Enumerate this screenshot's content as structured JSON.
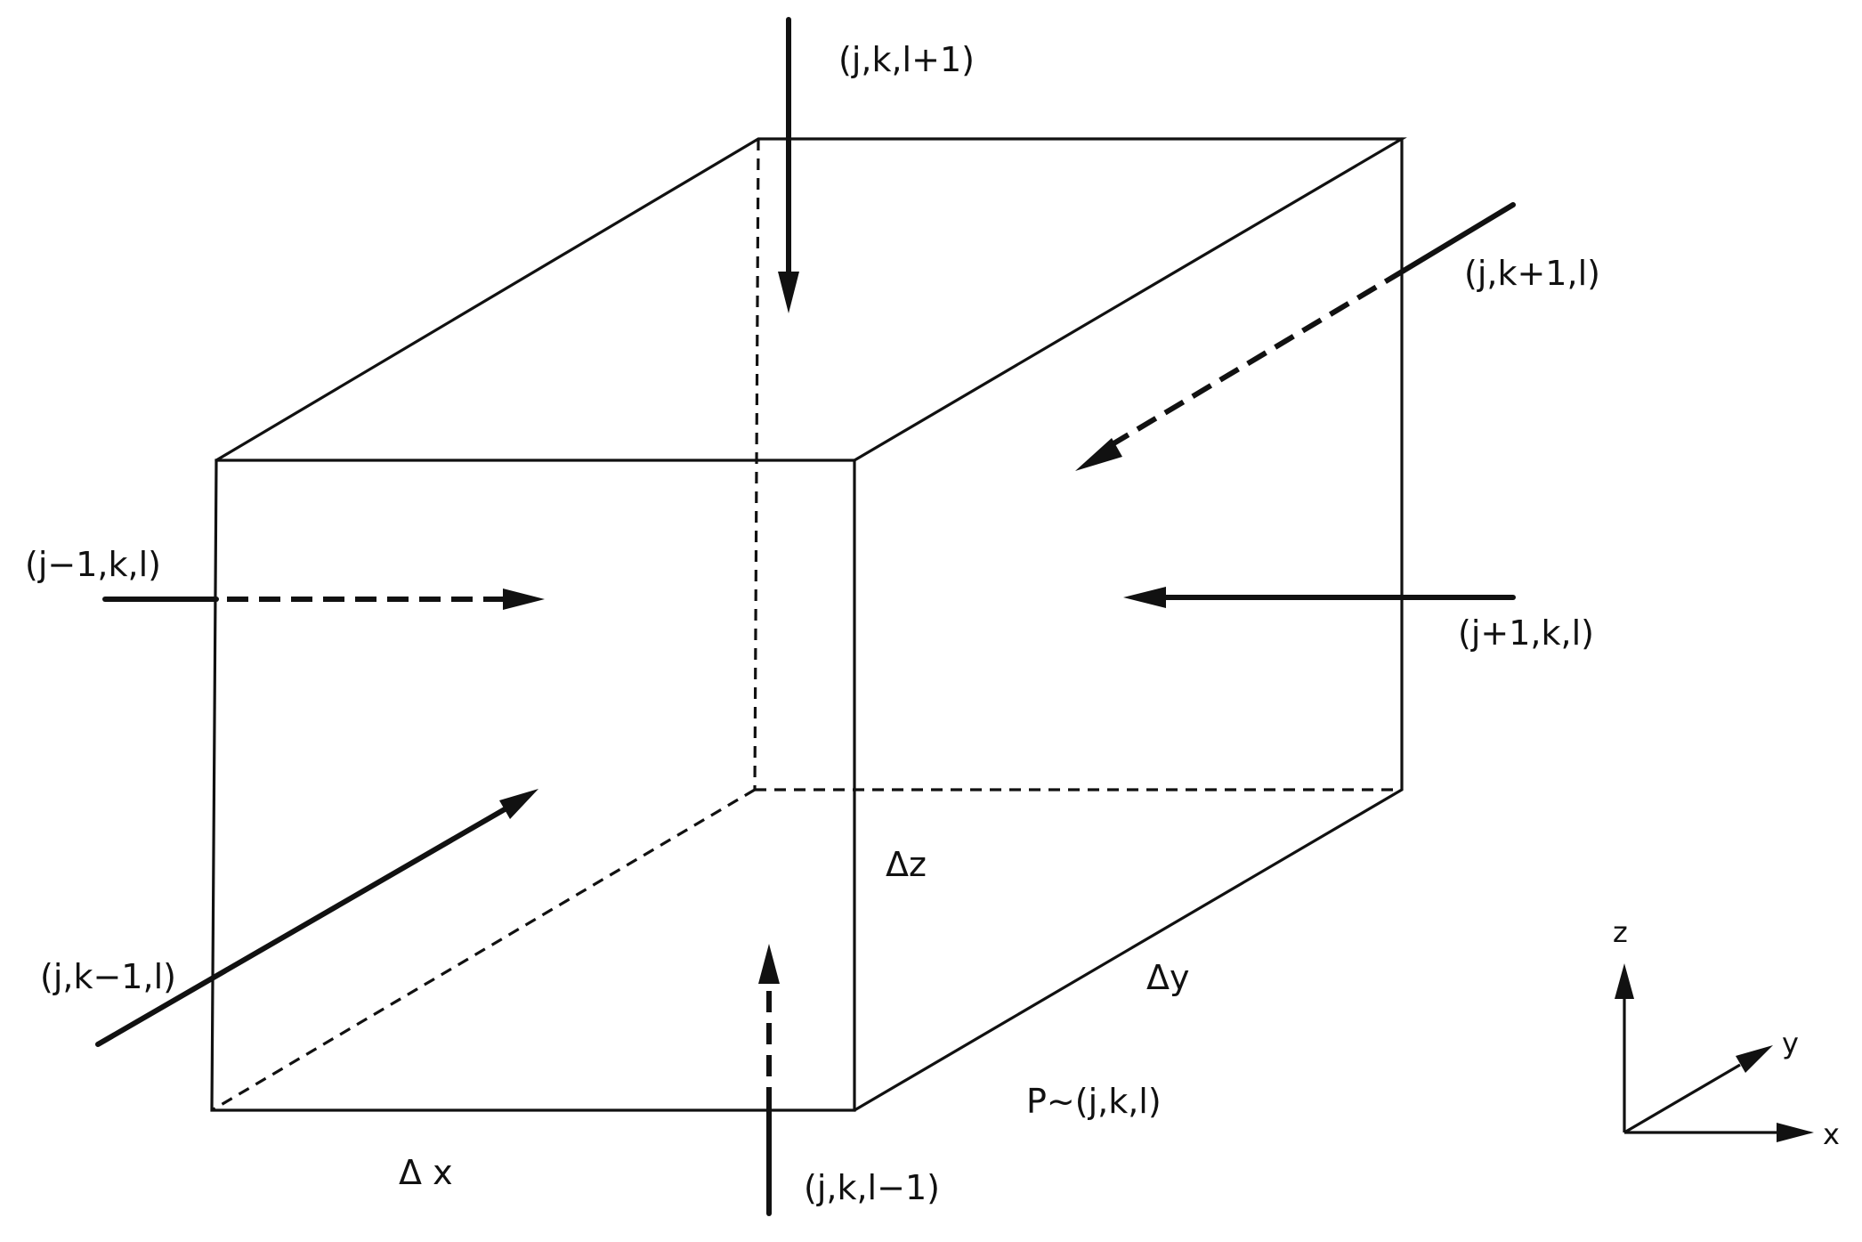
{
  "labels": {
    "top": "(j,k,l+1)",
    "bottom": "(j,k,l−1)",
    "left": "(j−1,k,l)",
    "right": "(j+1,k,l)",
    "back": "(j,k+1,l)",
    "front": "(j,k−1,l)",
    "center": "P~(j,k,l)"
  },
  "dimensions": {
    "dx": "Δ x",
    "dy": "Δy",
    "dz": "Δz"
  },
  "axes": {
    "x": "x",
    "y": "y",
    "z": "z"
  },
  "colors": {
    "ink": "#111111",
    "background": "#ffffff"
  }
}
